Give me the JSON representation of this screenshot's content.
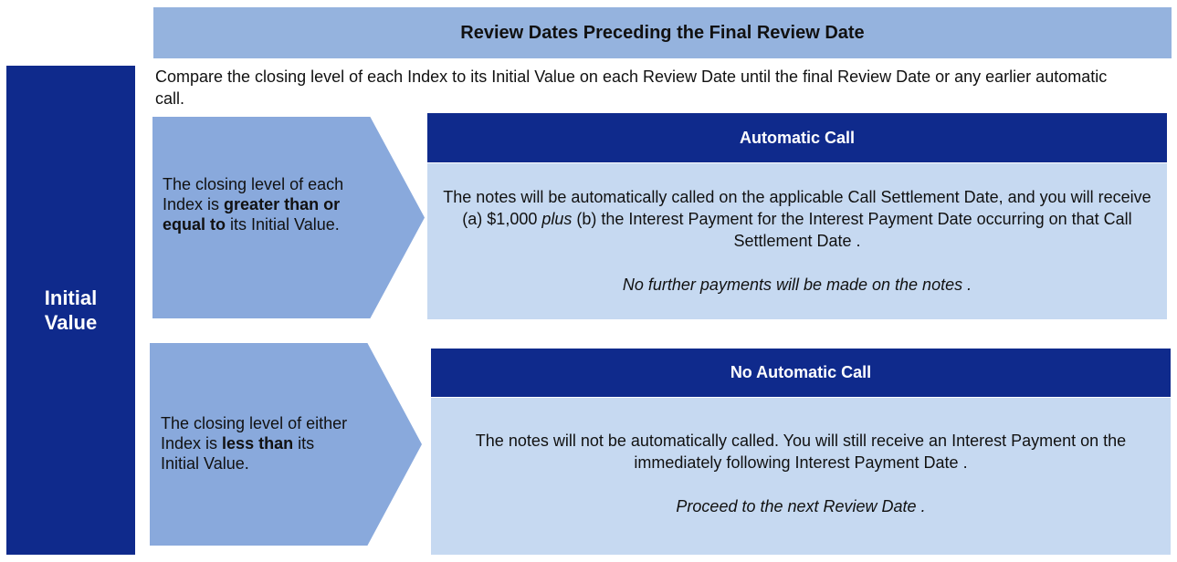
{
  "header": {
    "title": "Review Dates Preceding the Final Review Date"
  },
  "side_label": {
    "line1": "Initial",
    "line2": "Value"
  },
  "intro": "Compare the closing level of each Index to its Initial Value on each Review Date until the final Review Date or any earlier automatic call.",
  "branches": [
    {
      "condition": {
        "prefix": "The closing level of each Index is ",
        "bold": "greater than or equal to",
        "suffix": " its Initial Value."
      },
      "outcome_title": "Automatic Call",
      "outcome_text_a": "The notes will be automatically called on the applicable Call Settlement Date, and you will receive (a) $1,000 ",
      "outcome_text_plus": "plus",
      "outcome_text_b": " (b) the Interest Payment for the Interest Payment Date occurring on that Call Settlement Date .",
      "outcome_note": "No further payments will be made on the notes ."
    },
    {
      "condition": {
        "prefix": "The closing level of either Index is ",
        "bold": "less than",
        "suffix": " its Initial Value."
      },
      "outcome_title": "No Automatic Call",
      "outcome_text": "The notes will not be automatically called.  You will still receive an Interest Payment on the immediately following Interest Payment Date .",
      "outcome_note": "Proceed to the next Review Date ."
    }
  ],
  "colors": {
    "dark_blue": "#0f2a8c",
    "header_blue": "#95b3de",
    "chevron_blue": "#89a9dc",
    "panel_blue": "#c6d9f1"
  }
}
